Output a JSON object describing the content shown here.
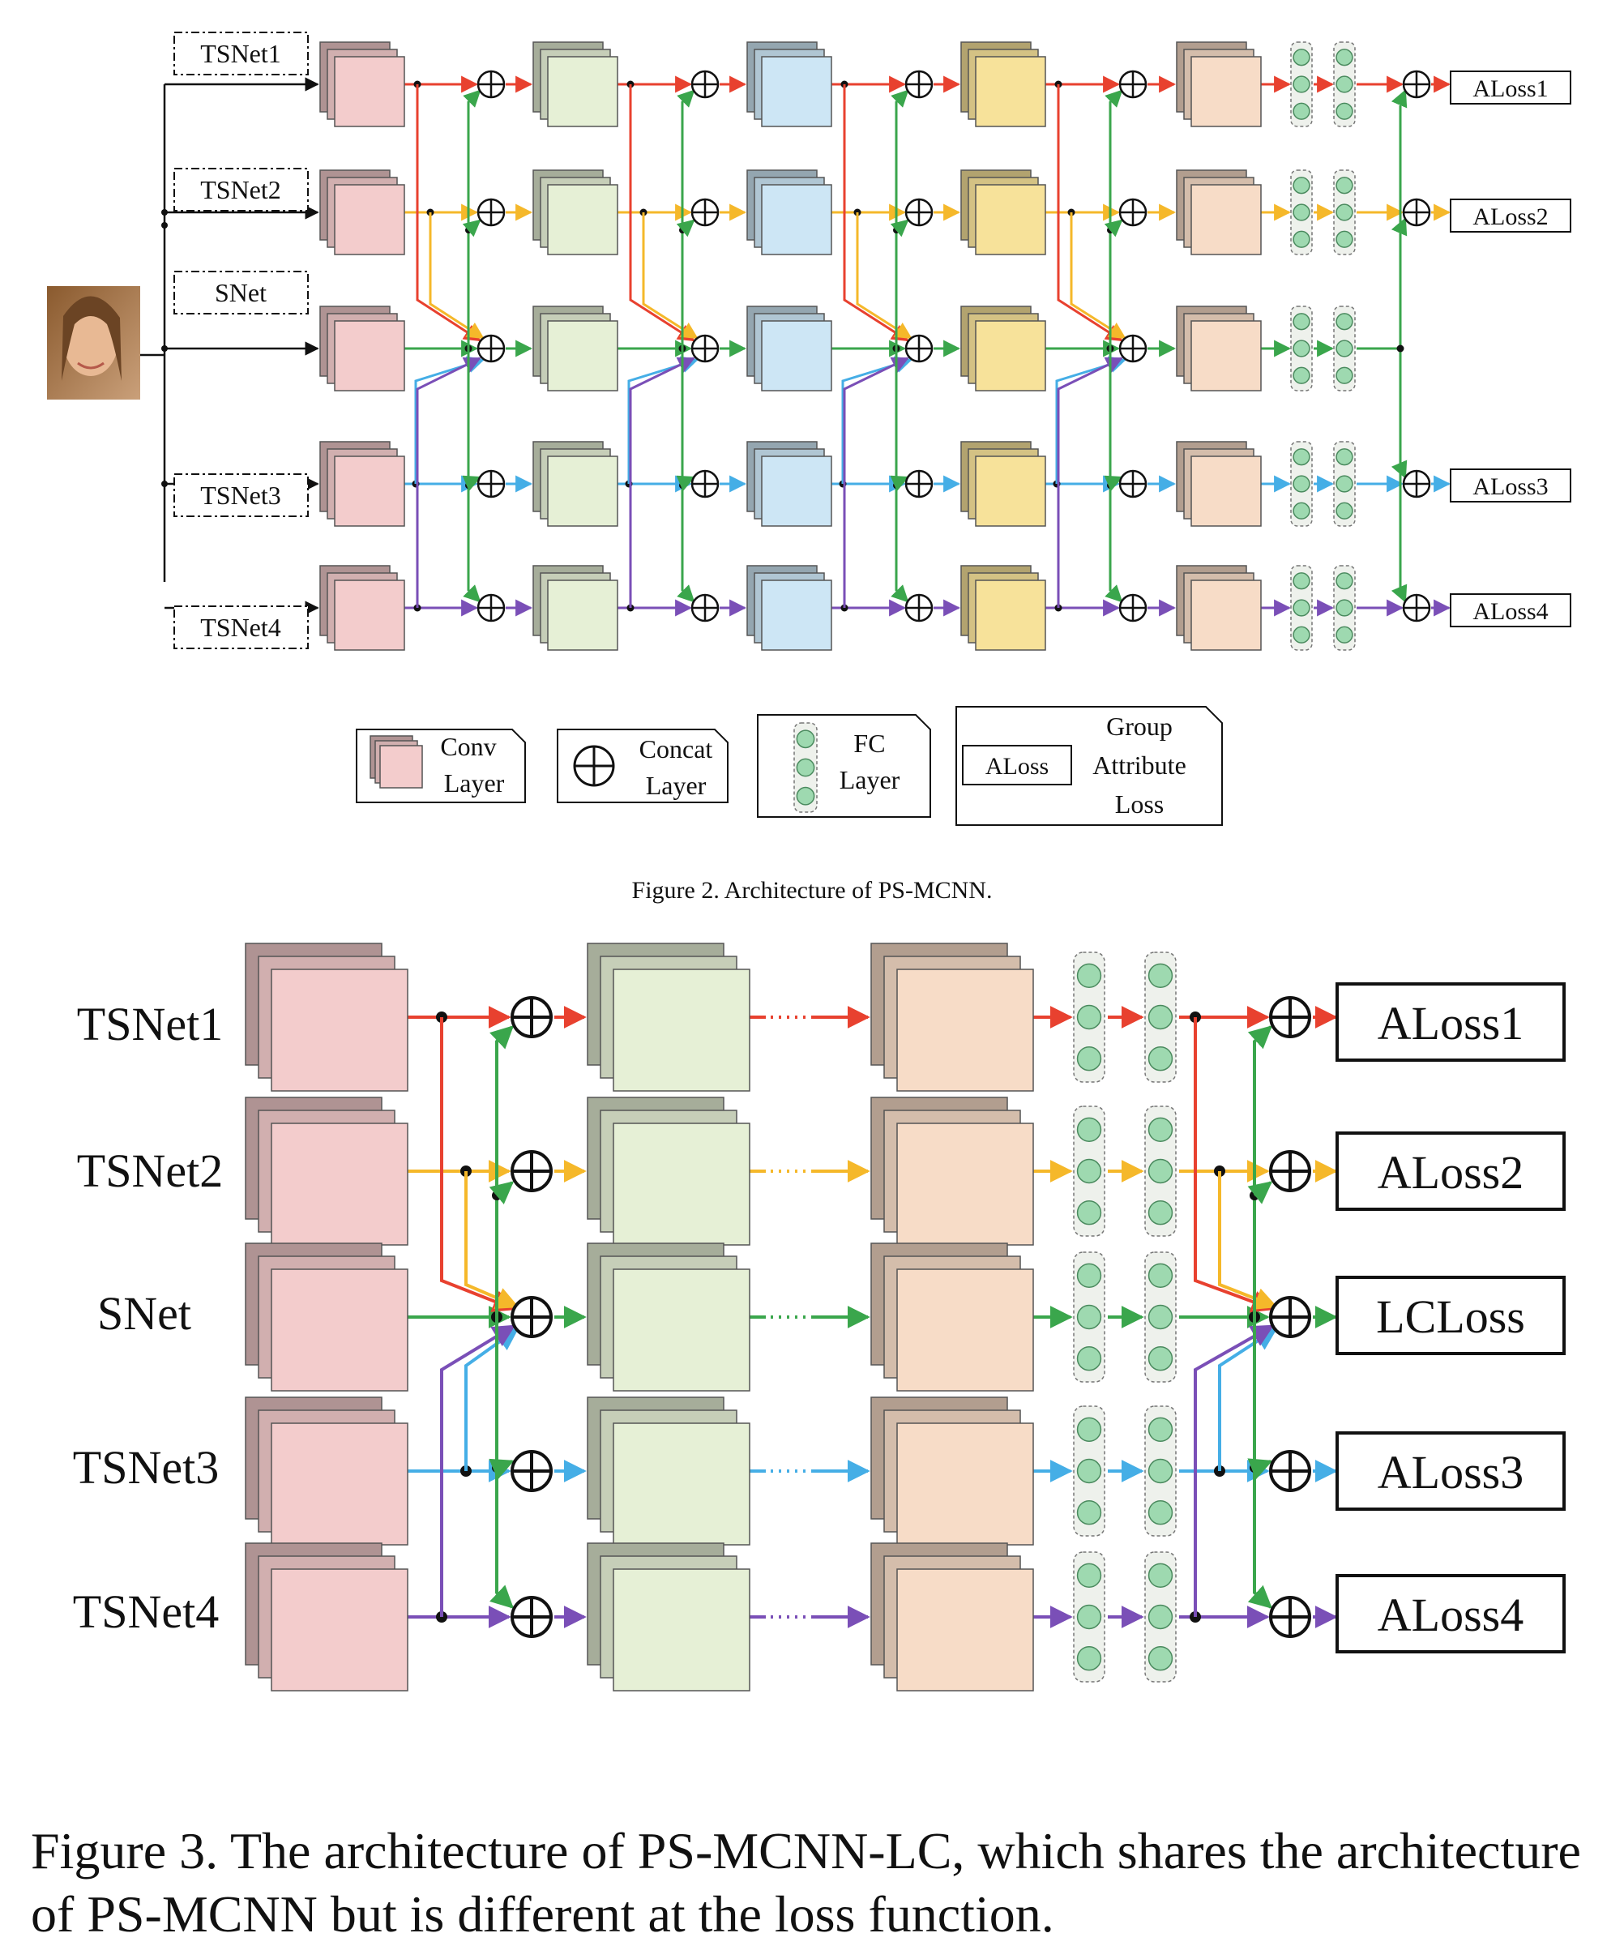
{
  "colors": {
    "red": "#e8412f",
    "yellow": "#f5b82a",
    "green": "#3aa64c",
    "blue": "#45aee6",
    "purple": "#7a4fb7",
    "conv1": "#f3cccc",
    "conv2": "#e6f0d6",
    "conv3": "#cde6f5",
    "conv4": "#f7e29a",
    "conv5": "#f7dcc7",
    "fc_node": "#9ed9b0"
  },
  "fig2": {
    "branches": [
      "TSNet1",
      "TSNet2",
      "SNet",
      "TSNet3",
      "TSNet4"
    ],
    "losses": [
      "ALoss1",
      "ALoss2",
      "ALoss3",
      "ALoss4"
    ],
    "legend": {
      "conv_line1": "Conv",
      "conv_line2": "Layer",
      "concat_line1": "Concat",
      "concat_line2": "Layer",
      "fc_line1": "FC",
      "fc_line2": "Layer",
      "aloss_box": "ALoss",
      "group_line1": "Group",
      "group_line2": "Attribute",
      "group_line3": "Loss"
    },
    "caption": "Figure 2. Architecture of PS-MCNN."
  },
  "fig3": {
    "branches": [
      "TSNet1",
      "TSNet2",
      "SNet",
      "TSNet3",
      "TSNet4"
    ],
    "losses": [
      "ALoss1",
      "ALoss2",
      "LCLoss",
      "ALoss3",
      "ALoss4"
    ],
    "caption": "Figure 3. The architecture of PS-MCNN-LC, which shares the architecture of PS-MCNN but is different at the loss function."
  }
}
